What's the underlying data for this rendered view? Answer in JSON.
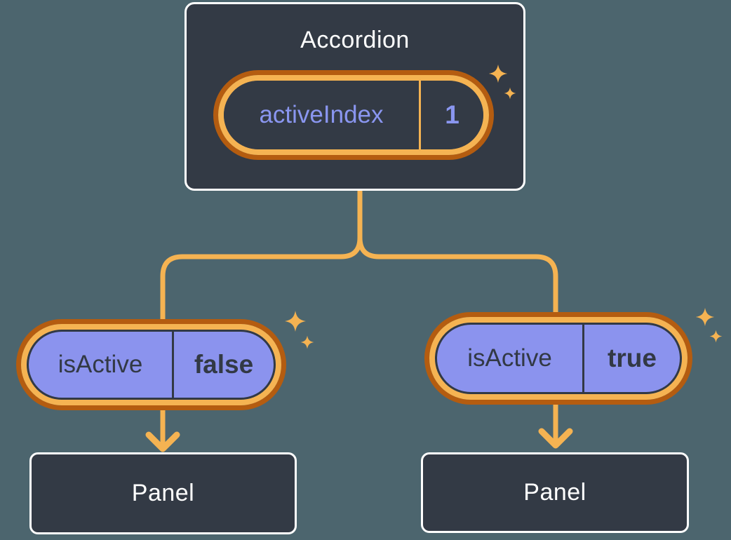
{
  "colors": {
    "background": "#4C656E",
    "card": "#333A45",
    "cardBorder": "#FFFFFF",
    "orangeDark": "#B45C10",
    "orangeLight": "#F5B352",
    "purple": "#8B93EE",
    "purpleText": "#8A96F0",
    "darkText": "#323945",
    "white": "#FFFFFF"
  },
  "accordion": {
    "title": "Accordion",
    "state": {
      "name": "activeIndex",
      "value": "1"
    }
  },
  "left": {
    "prop": {
      "name": "isActive",
      "value": "false"
    },
    "panel": {
      "title": "Panel"
    }
  },
  "right": {
    "prop": {
      "name": "isActive",
      "value": "true"
    },
    "panel": {
      "title": "Panel"
    }
  }
}
